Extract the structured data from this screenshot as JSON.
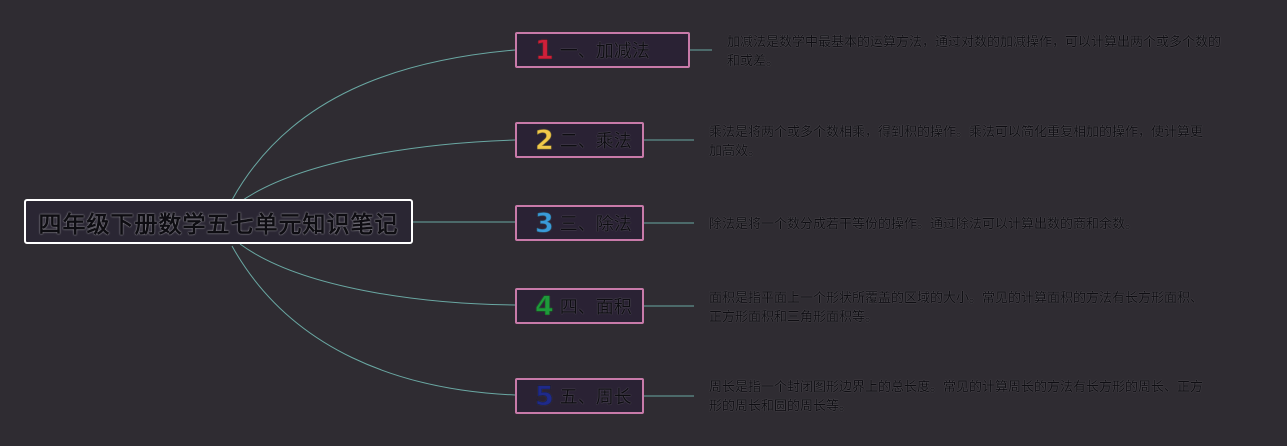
{
  "root": {
    "title": "四年级下册数学五七单元知识笔记"
  },
  "colors": {
    "link": "#6aa8a3",
    "branch_border": "#c87aa9",
    "background": "#2f2c32"
  },
  "branches": [
    {
      "num": "1",
      "num_color": "#d0203a",
      "label": "一、加减法",
      "desc": "加减法是数学中最基本的运算方法，通过对数的加减操作，可以计算出两个或多个数的和或差。"
    },
    {
      "num": "2",
      "num_color": "#f1c94a",
      "label": "二、乘法",
      "desc": "乘法是将两个或多个数相乘，得到积的操作。乘法可以简化重复相加的操作，使计算更加高效。"
    },
    {
      "num": "3",
      "num_color": "#3a9bd8",
      "label": "三、除法",
      "desc": "除法是将一个数分成若干等份的操作。通过除法可以计算出数的商和余数。"
    },
    {
      "num": "4",
      "num_color": "#1e9a3a",
      "label": "四、面积",
      "desc": "面积是指平面上一个形状所覆盖的区域的大小。常见的计算面积的方法有长方形面积、正方形面积和三角形面积等。"
    },
    {
      "num": "5",
      "num_color": "#1f2a8a",
      "label": "五、周长",
      "desc": "周长是指一个封闭图形边界上的总长度。常见的计算周长的方法有长方形的周长、正方形的周长和圆的周长等。"
    }
  ]
}
